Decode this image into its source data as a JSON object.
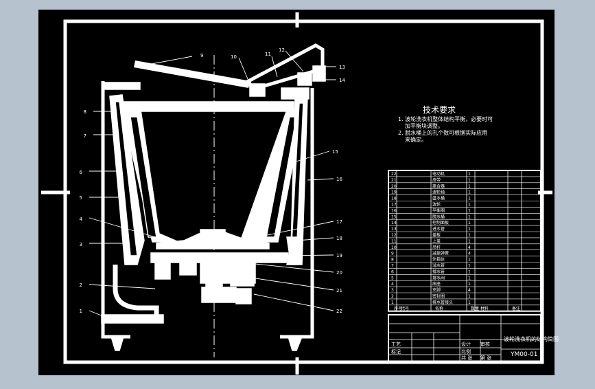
{
  "canvas": {
    "background": "#b7c2cf",
    "sheet_color": "#000000",
    "line_color": "#ffffff"
  },
  "leaders": [
    "1",
    "2",
    "3",
    "4",
    "5",
    "6",
    "7",
    "8",
    "9",
    "10",
    "11",
    "12",
    "13",
    "14",
    "15",
    "16",
    "17",
    "18",
    "19",
    "20",
    "21",
    "22"
  ],
  "tech_requirements": {
    "heading": "技术要求",
    "lines": [
      "1. 波轮洗衣机整体结构平衡，必要时可",
      "加平衡块调整。",
      "2. 脱水桶上的孔个数可根据实际应用",
      "来确定。"
    ]
  },
  "parts_table": {
    "header": [
      "序号",
      "代号",
      "名称",
      "数量",
      "材料",
      "备注"
    ],
    "rows": [
      [
        "22",
        "",
        "电动机",
        "1",
        "",
        ""
      ],
      [
        "21",
        "",
        "皮带",
        "1",
        "",
        ""
      ],
      [
        "20",
        "",
        "离合器",
        "1",
        "",
        ""
      ],
      [
        "19",
        "",
        "波轮轴",
        "1",
        "",
        ""
      ],
      [
        "18",
        "",
        "盛水桶",
        "1",
        "",
        ""
      ],
      [
        "17",
        "",
        "波轮",
        "1",
        "",
        ""
      ],
      [
        "16",
        "",
        "平衡圈",
        "1",
        "",
        ""
      ],
      [
        "15",
        "",
        "脱水桶",
        "1",
        "",
        ""
      ],
      [
        "14",
        "",
        "控制面板",
        "1",
        "",
        ""
      ],
      [
        "13",
        "",
        "进水管",
        "1",
        "",
        ""
      ],
      [
        "12",
        "",
        "盖板",
        "1",
        "",
        ""
      ],
      [
        "11",
        "",
        "上盖",
        "1",
        "",
        ""
      ],
      [
        "10",
        "",
        "吊杆",
        "4",
        "",
        ""
      ],
      [
        "9",
        "",
        "减振弹簧",
        "4",
        "",
        ""
      ],
      [
        "8",
        "",
        "外箱体",
        "1",
        "",
        ""
      ],
      [
        "7",
        "",
        "溢水管",
        "1",
        "",
        ""
      ],
      [
        "6",
        "",
        "排水管",
        "1",
        "",
        ""
      ],
      [
        "5",
        "",
        "排水阀",
        "1",
        "",
        ""
      ],
      [
        "4",
        "",
        "底座",
        "1",
        "",
        ""
      ],
      [
        "3",
        "",
        "支脚",
        "4",
        "",
        ""
      ],
      [
        "2",
        "",
        "密封圈",
        "1",
        "",
        ""
      ],
      [
        "1",
        "",
        "排水管接头",
        "1",
        "",
        ""
      ]
    ]
  },
  "title_block": {
    "title": "波轮洗衣机的结构简图",
    "drawing_no": "YM00-01",
    "small_labels": [
      "设计",
      "审核",
      "工艺",
      "标记",
      "比例",
      "共 张",
      "第 张"
    ]
  }
}
